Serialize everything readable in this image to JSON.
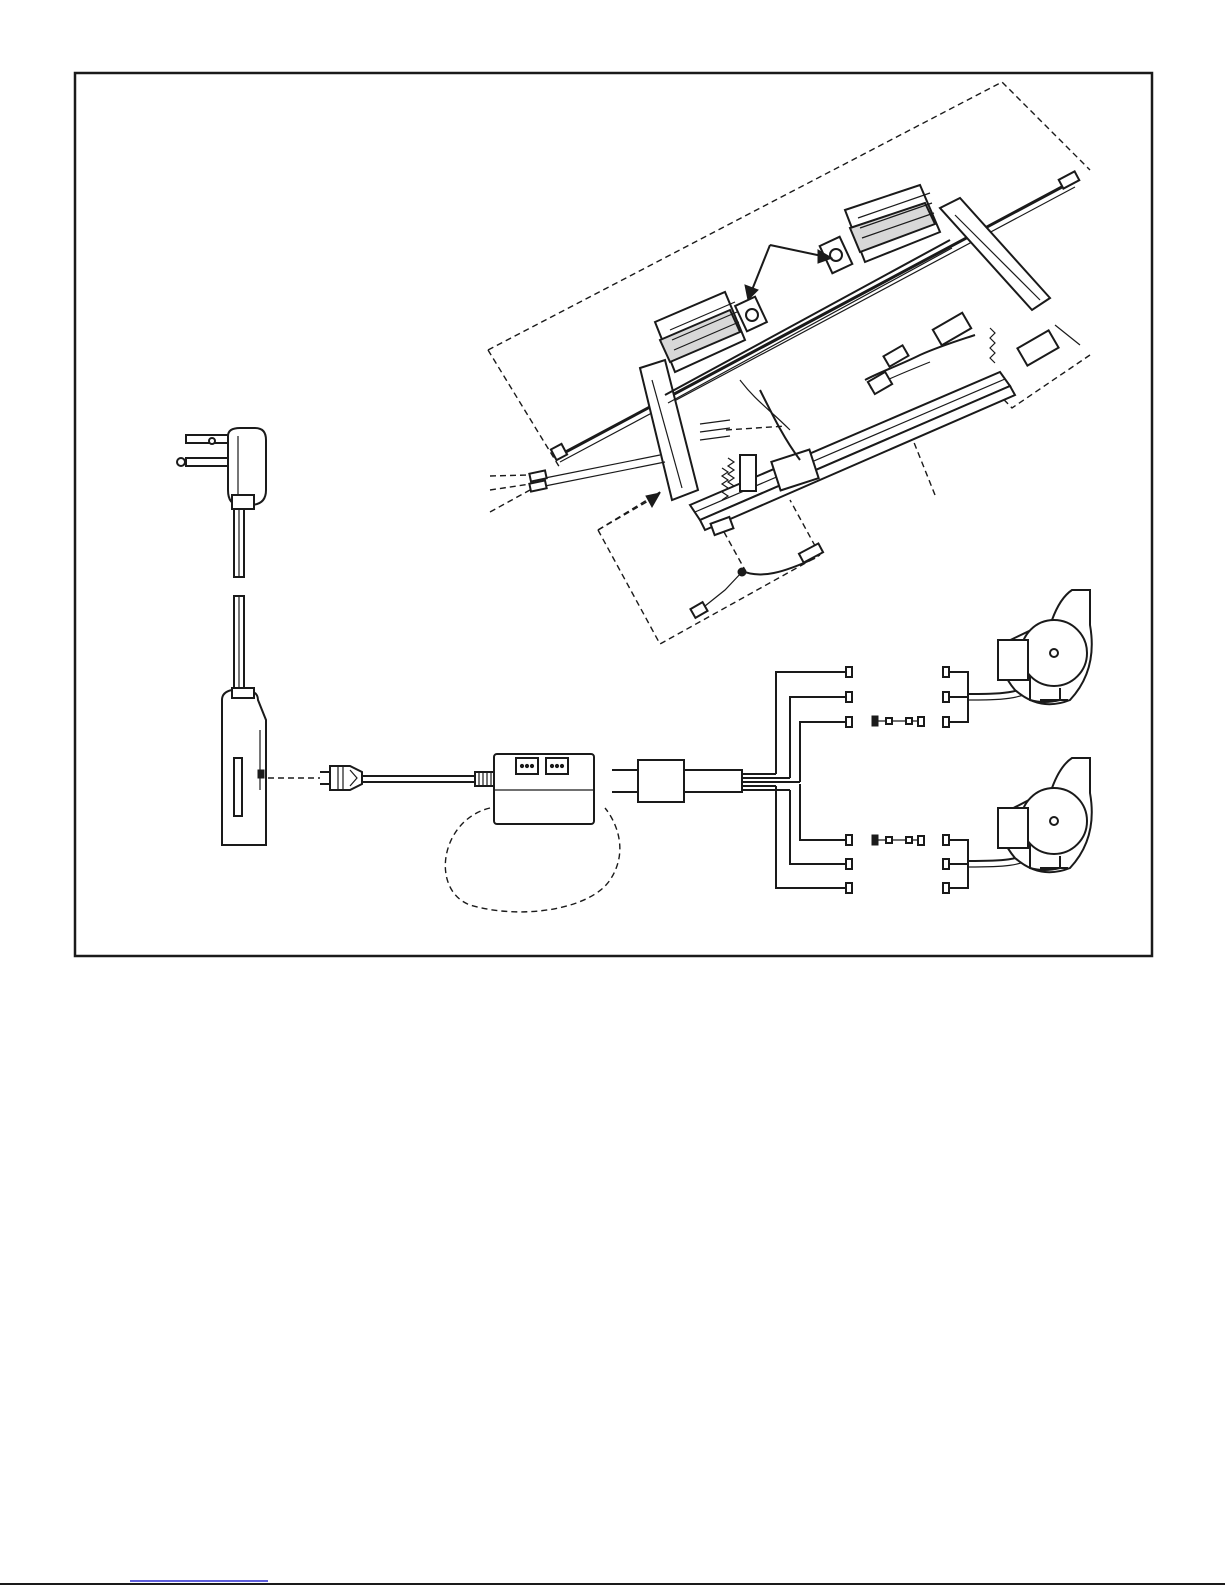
{
  "diagram": {
    "components": [
      "wall-plug-adapter",
      "receiver-module",
      "control-box",
      "splitter-harness",
      "blower-upper",
      "blower-lower",
      "fireplace-assembly"
    ],
    "blower_connection_count": 2,
    "terminals_per_blower": 3
  },
  "colors": {
    "line": "#1a1a1a",
    "background": "#ffffff",
    "footer_link": "#2a2ad0"
  }
}
